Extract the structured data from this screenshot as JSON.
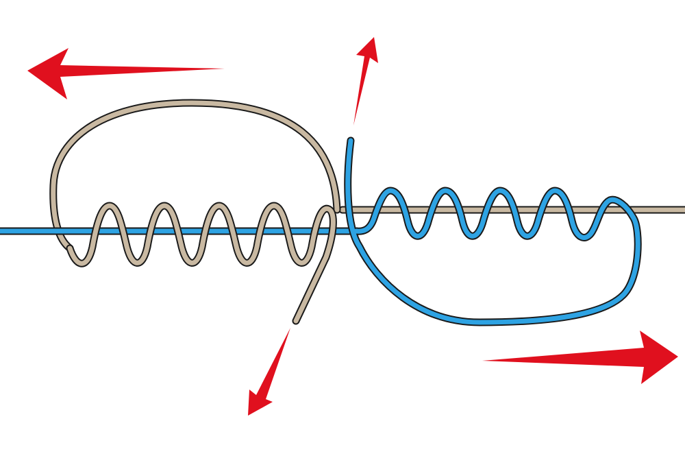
{
  "colors": {
    "background": "#ffffff",
    "line_a": "#c9b9a2",
    "line_b": "#2ea3e3",
    "outline": "#1a1a1a",
    "arrow": "#e0101e"
  },
  "elements": {
    "line_a": "tan-line",
    "line_b": "blue-line",
    "arrows": [
      "pull-arrow-left",
      "pull-arrow-up",
      "pull-arrow-down",
      "pull-arrow-right"
    ]
  }
}
